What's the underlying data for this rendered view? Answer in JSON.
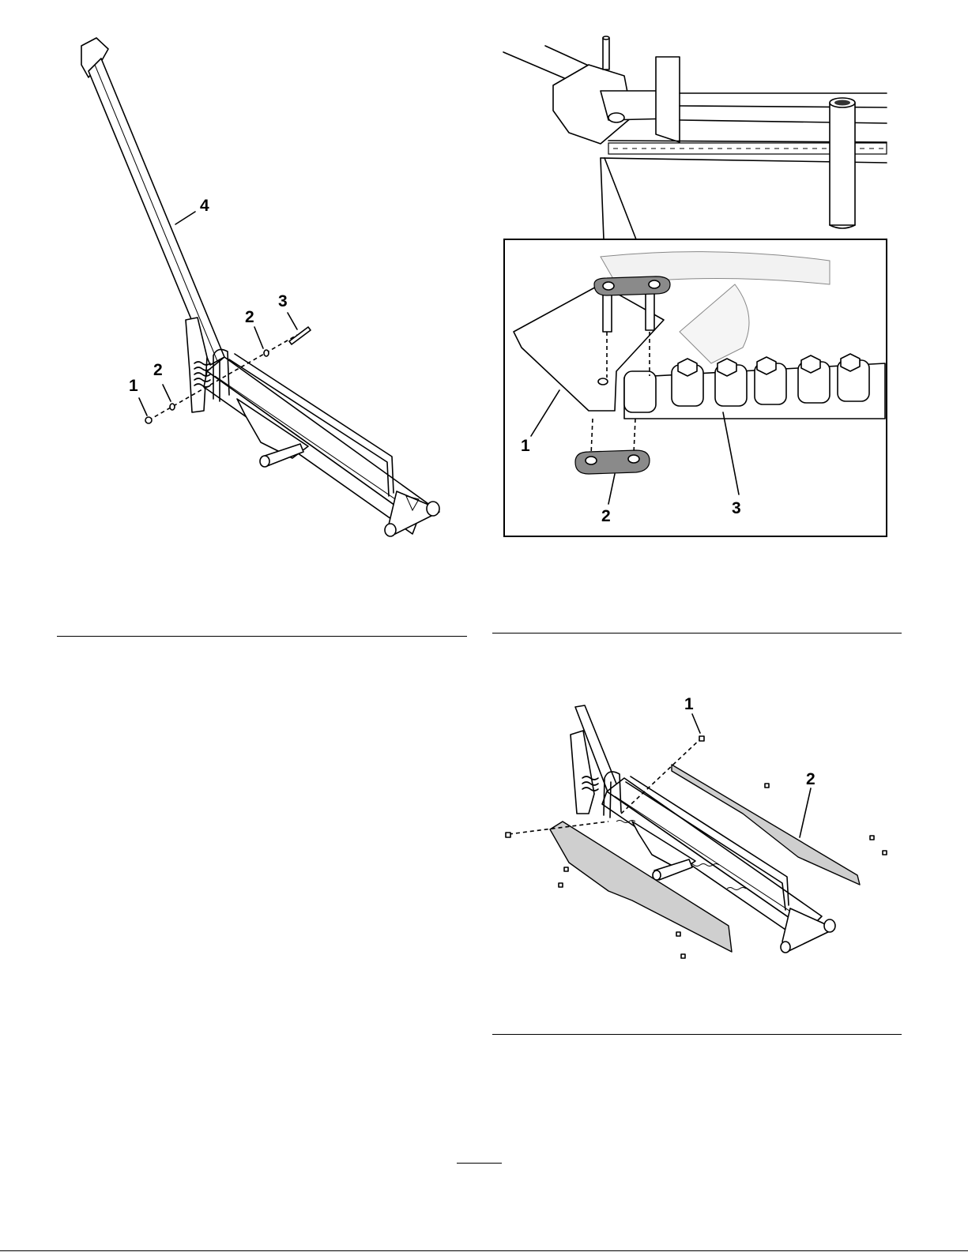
{
  "figure_top_left": {
    "callouts": {
      "c1": "1",
      "c2a": "2",
      "c2b": "2",
      "c3": "3",
      "c4": "4"
    }
  },
  "figure_top_right": {
    "callouts": {
      "c1": "1",
      "c2": "2",
      "c3": "3"
    }
  },
  "figure_bottom_right": {
    "callouts": {
      "c1": "1",
      "c2": "2"
    }
  },
  "colors": {
    "line": "#000000",
    "shield_fill": "#c8c8c8",
    "link_fill": "#9a9a9a"
  }
}
